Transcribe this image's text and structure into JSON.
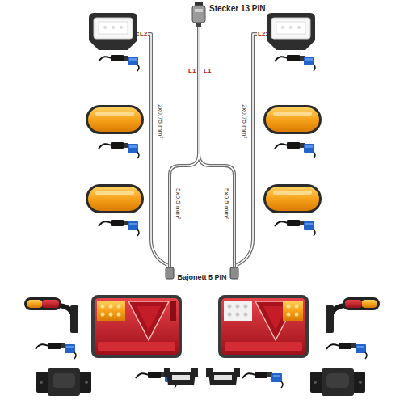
{
  "diagram": {
    "labels": [
      "Stecker 13 PIN",
      "L2",
      "L2",
      "L1",
      "L1",
      "2x0,75 mm²",
      "2x0,75 mm²",
      "5x0,5 mm²",
      "5x0,5 mm²",
      "Bajonett 5 PIN"
    ]
  }
}
